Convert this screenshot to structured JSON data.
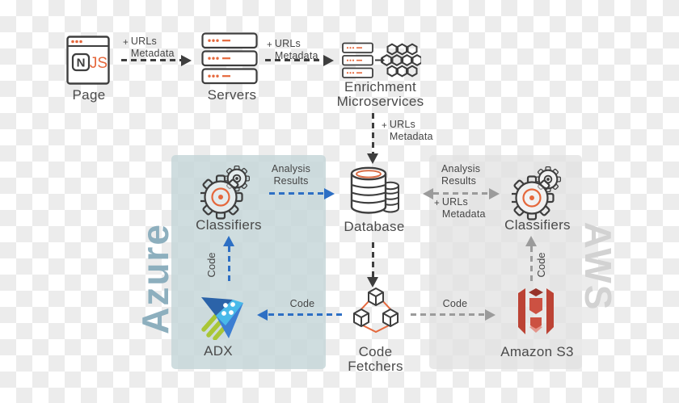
{
  "title": "URL enrichment and classification architecture diagram",
  "regions": {
    "azure": {
      "label": "Azure"
    },
    "aws": {
      "label": "AWS"
    }
  },
  "nodes": {
    "page": {
      "label": "Page",
      "badge_n": "N",
      "badge_js": "JS"
    },
    "servers": {
      "label": "Servers"
    },
    "enrichment": {
      "label_line1": "Enrichment",
      "label_line2": "Microservices"
    },
    "database": {
      "label": "Database"
    },
    "classifiers_azure": {
      "label": "Classifiers"
    },
    "classifiers_aws": {
      "label": "Classifiers"
    },
    "adx": {
      "label": "ADX"
    },
    "code_fetchers": {
      "label": "Code Fetchers"
    },
    "amazon_s3": {
      "label": "Amazon S3"
    }
  },
  "annotations": {
    "urls_metadata_1": {
      "plus": "+",
      "line1": "URLs",
      "line2": "Metadata"
    },
    "urls_metadata_2": {
      "plus": "+",
      "line1": "URLs",
      "line2": "Metadata"
    },
    "urls_metadata_3": {
      "plus": "+",
      "line1": "URLs",
      "line2": "Metadata"
    },
    "analysis_results_azure": {
      "line1": "Analysis",
      "line2": "Results"
    },
    "analysis_results_aws": {
      "line1": "Analysis",
      "line2": "Results"
    },
    "urls_metadata_aws": {
      "plus": "+",
      "line1": "URLs",
      "line2": "Metadata"
    },
    "code_azure_up": "Code",
    "code_to_adx": "Code",
    "code_to_s3": "Code",
    "code_aws_up": "Code"
  },
  "colors": {
    "accent_orange": "#e5683c",
    "outline_dark": "#3e3e3e",
    "arrow_blue": "#2d6fc4",
    "arrow_gray": "#9b9b9b",
    "azure_region_fill": "#c5d5d8",
    "aws_region_fill": "#e2e2e2",
    "azure_word": "#8dafbe",
    "aws_word": "#d2d2d2",
    "adx_dark_blue": "#2b63a9",
    "adx_cyan": "#49b9e9",
    "adx_mid_blue": "#3c7ed2",
    "adx_green": "#a9c636",
    "s3_red": "#bc4335",
    "checker_gray": "#ececec"
  }
}
